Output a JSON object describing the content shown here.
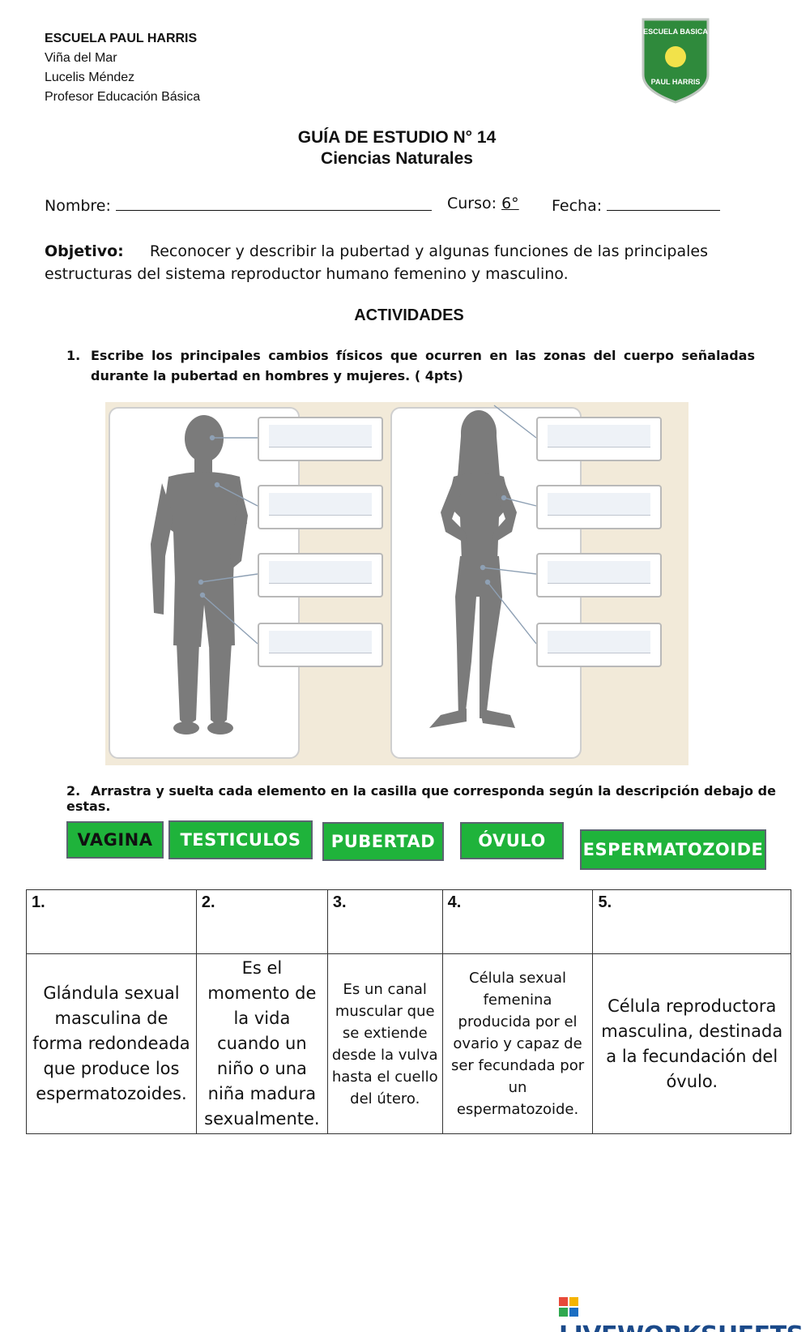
{
  "header": {
    "school": "ESCUELA  PAUL HARRIS",
    "city": "Viña del Mar",
    "teacher": "Lucelis Méndez",
    "role": "Profesor Educación Básica",
    "logo_top": "ESCUELA BASICA",
    "logo_bottom": "PAUL HARRIS"
  },
  "title": {
    "line1": "GUÍA DE ESTUDIO N° 14",
    "line2": "Ciencias Naturales"
  },
  "form": {
    "name_label": "Nombre:",
    "course_label": "Curso:",
    "course_value": "6°",
    "date_label": "Fecha:"
  },
  "objective": {
    "label": "Objetivo:",
    "text": "Reconocer y describir  la pubertad y algunas funciones de las principales estructuras del sistema reproductor humano femenino y masculino."
  },
  "activities_title": "ACTIVIDADES",
  "question1": {
    "number": "1.",
    "text": "Escribe los principales cambios físicos que ocurren en las zonas del cuerpo señaladas durante la pubertad en hombres y mujeres. ( 4pts)"
  },
  "question2": {
    "number": "2.",
    "text": "Arrastra y suelta  cada elemento en la casilla que corresponda según la descripción debajo de estas."
  },
  "word_tiles": [
    "VAGINA",
    "TESTICULOS",
    "PUBERTAD",
    "ÓVULO",
    "ESPERMATOZOIDE"
  ],
  "table": {
    "numbers": [
      "1.",
      "2.",
      "3.",
      "4.",
      "5."
    ],
    "descriptions": [
      "Glándula sexual masculina de forma redondeada que produce los espermatozoides.",
      "Es el momento de la vida cuando un niño o una niña madura sexualmente.",
      "Es un canal muscular que se extiende desde la vulva hasta el cuello del útero.",
      "Célula sexual femenina producida por el ovario y capaz de ser fecundada por un espermatozoide.",
      "Célula reproductora masculina, destinada a la fecundación del óvulo."
    ]
  },
  "watermark": "LIVEWORKSHEETS",
  "colors": {
    "tile_green": "#1fb33b",
    "silhouette": "#7b7b7b",
    "logo_green": "#2f8a3c",
    "watermark_blue": "#1b4a8a"
  }
}
